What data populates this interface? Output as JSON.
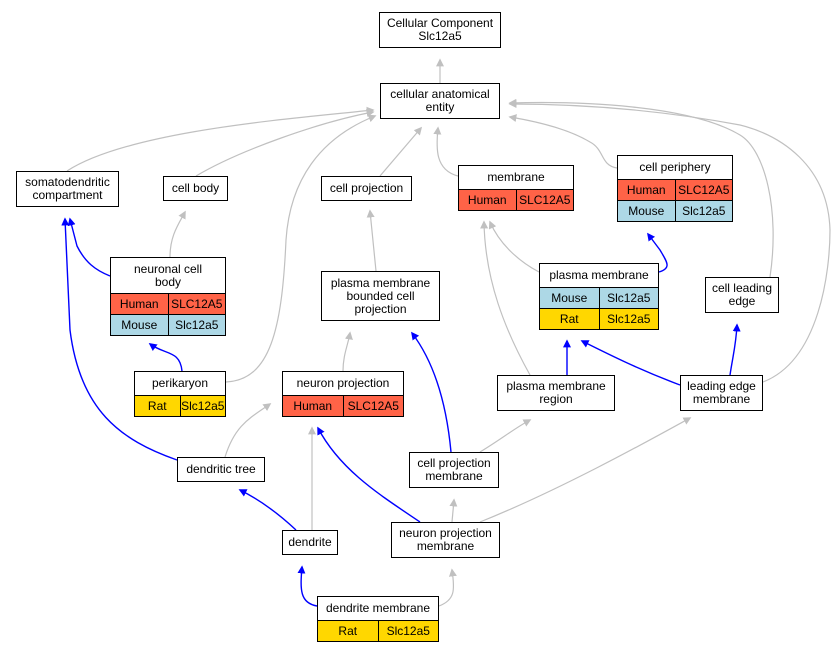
{
  "colors": {
    "human": "#FF6347",
    "mouse": "#ADD8E6",
    "rat": "#FFD700",
    "is_a_edge": "#C0C0C0",
    "part_of_edge": "#0000FF"
  },
  "nodes": {
    "root": {
      "label": "Cellular Component\nSlc12a5"
    },
    "cae": {
      "label": "cellular anatomical\nentity"
    },
    "somato": {
      "label": "somatodendritic\ncompartment"
    },
    "cellbody": {
      "label": "cell body"
    },
    "cellproj": {
      "label": "cell projection"
    },
    "membrane": {
      "label": "membrane",
      "rows": [
        {
          "species": "Human",
          "gene": "SLC12A5"
        }
      ]
    },
    "periphery": {
      "label": "cell periphery",
      "rows": [
        {
          "species": "Human",
          "gene": "SLC12A5"
        },
        {
          "species": "Mouse",
          "gene": "Slc12a5"
        }
      ]
    },
    "neuronalbody": {
      "label": "neuronal cell\nbody",
      "rows": [
        {
          "species": "Human",
          "gene": "SLC12A5"
        },
        {
          "species": "Mouse",
          "gene": "Slc12a5"
        }
      ]
    },
    "pmbcp": {
      "label": "plasma membrane\nbounded cell\nprojection"
    },
    "plasmamem": {
      "label": "plasma membrane",
      "rows": [
        {
          "species": "Mouse",
          "gene": "Slc12a5"
        },
        {
          "species": "Rat",
          "gene": "Slc12a5"
        }
      ]
    },
    "leadingedge": {
      "label": "cell leading\nedge"
    },
    "perikaryon": {
      "label": "perikaryon",
      "rows": [
        {
          "species": "Rat",
          "gene": "Slc12a5"
        }
      ]
    },
    "neuronproj": {
      "label": "neuron projection",
      "rows": [
        {
          "species": "Human",
          "gene": "SLC12A5"
        }
      ]
    },
    "pmregion": {
      "label": "plasma membrane\nregion"
    },
    "lemembrane": {
      "label": "leading edge\nmembrane"
    },
    "dendritictree": {
      "label": "dendritic tree"
    },
    "cpmembrane": {
      "label": "cell projection\nmembrane"
    },
    "dendrite": {
      "label": "dendrite"
    },
    "npmembrane": {
      "label": "neuron projection\nmembrane"
    },
    "dendmembrane": {
      "label": "dendrite membrane",
      "rows": [
        {
          "species": "Rat",
          "gene": "Slc12a5"
        }
      ]
    }
  },
  "edges": [
    {
      "from": "cae",
      "to": "root",
      "kind": "is_a"
    },
    {
      "from": "somato",
      "to": "cae",
      "kind": "is_a"
    },
    {
      "from": "cellbody",
      "to": "cae",
      "kind": "is_a"
    },
    {
      "from": "cellproj",
      "to": "cae",
      "kind": "is_a"
    },
    {
      "from": "membrane",
      "to": "cae",
      "kind": "is_a"
    },
    {
      "from": "periphery",
      "to": "cae",
      "kind": "is_a"
    },
    {
      "from": "neuronalbody",
      "to": "somato",
      "kind": "part_of"
    },
    {
      "from": "neuronalbody",
      "to": "cellbody",
      "kind": "is_a"
    },
    {
      "from": "pmbcp",
      "to": "cellproj",
      "kind": "is_a"
    },
    {
      "from": "plasmamem",
      "to": "membrane",
      "kind": "is_a"
    },
    {
      "from": "plasmamem",
      "to": "periphery",
      "kind": "part_of"
    },
    {
      "from": "leadingedge",
      "to": "cae",
      "kind": "is_a"
    },
    {
      "from": "perikaryon",
      "to": "neuronalbody",
      "kind": "part_of"
    },
    {
      "from": "perikaryon",
      "to": "cae",
      "kind": "is_a"
    },
    {
      "from": "neuronproj",
      "to": "pmbcp",
      "kind": "is_a"
    },
    {
      "from": "pmregion",
      "to": "membrane",
      "kind": "is_a"
    },
    {
      "from": "pmregion",
      "to": "plasmamem",
      "kind": "part_of"
    },
    {
      "from": "lemembrane",
      "to": "plasmamem",
      "kind": "part_of"
    },
    {
      "from": "lemembrane",
      "to": "leadingedge",
      "kind": "part_of"
    },
    {
      "from": "lemembrane",
      "to": "cae",
      "kind": "is_a"
    },
    {
      "from": "dendritictree",
      "to": "somato",
      "kind": "part_of"
    },
    {
      "from": "dendritictree",
      "to": "neuronproj",
      "kind": "is_a"
    },
    {
      "from": "cpmembrane",
      "to": "pmbcp",
      "kind": "part_of"
    },
    {
      "from": "cpmembrane",
      "to": "pmregion",
      "kind": "is_a"
    },
    {
      "from": "dendrite",
      "to": "dendritictree",
      "kind": "part_of"
    },
    {
      "from": "dendrite",
      "to": "neuronproj",
      "kind": "is_a"
    },
    {
      "from": "npmembrane",
      "to": "neuronproj",
      "kind": "part_of"
    },
    {
      "from": "npmembrane",
      "to": "cpmembrane",
      "kind": "is_a"
    },
    {
      "from": "npmembrane",
      "to": "lemembrane",
      "kind": "is_a"
    },
    {
      "from": "dendmembrane",
      "to": "dendrite",
      "kind": "part_of"
    },
    {
      "from": "dendmembrane",
      "to": "npmembrane",
      "kind": "is_a"
    }
  ]
}
